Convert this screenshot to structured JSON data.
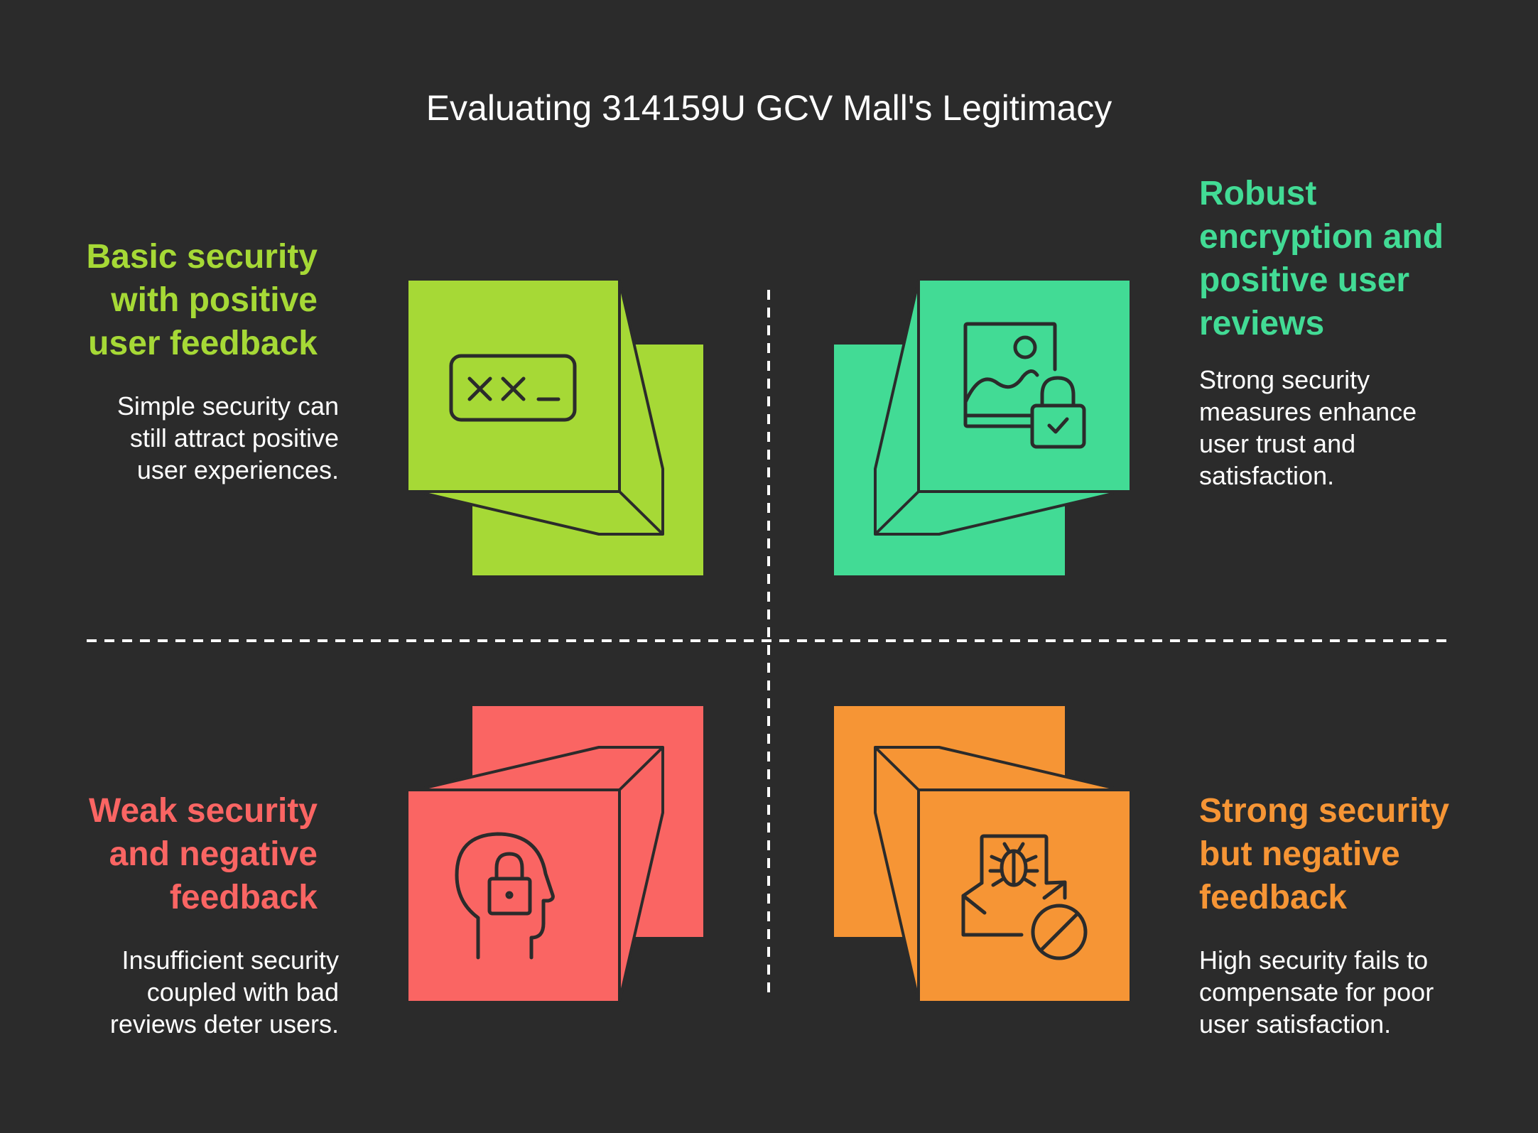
{
  "title": "Evaluating 314159U GCV Mall's Legitimacy",
  "colors": {
    "background": "#2b2b2b",
    "top_left": "#a6d936",
    "top_right": "#42db95",
    "bottom_left": "#fa6563",
    "bottom_right": "#f69535",
    "outline": "#2b2b2b"
  },
  "quadrants": {
    "top_left": {
      "heading_lines": [
        "Basic security",
        "with positive",
        "user feedback"
      ],
      "desc_lines": [
        "Simple security can",
        "still attract positive",
        "user experiences."
      ],
      "icon": "terminal-icon"
    },
    "top_right": {
      "heading_lines": [
        "Robust",
        "encryption and",
        "positive user",
        "reviews"
      ],
      "desc_lines": [
        "Strong security",
        "measures enhance",
        "user trust and",
        "satisfaction."
      ],
      "icon": "locked-image-icon"
    },
    "bottom_left": {
      "heading_lines": [
        "Weak security",
        "and negative",
        "feedback"
      ],
      "desc_lines": [
        "Insufficient security",
        "coupled with bad",
        "reviews deter users."
      ],
      "icon": "head-lock-icon"
    },
    "bottom_right": {
      "heading_lines": [
        "Strong security",
        "but negative",
        "feedback"
      ],
      "desc_lines": [
        "High security fails to",
        "compensate for poor",
        "user satisfaction."
      ],
      "icon": "bug-mail-blocked-icon"
    }
  }
}
